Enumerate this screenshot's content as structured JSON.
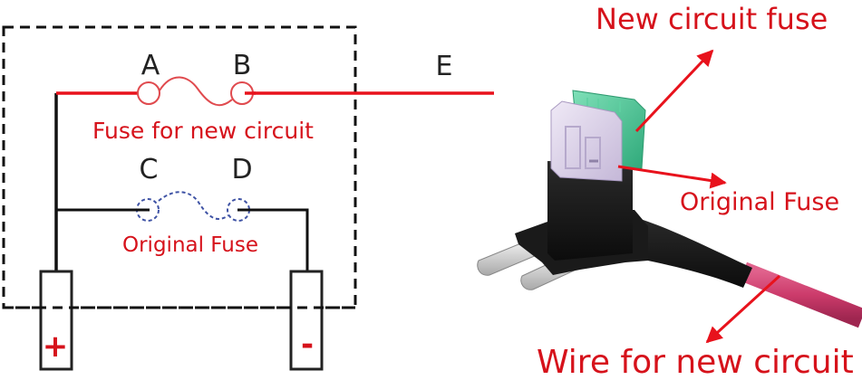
{
  "colors": {
    "red_wire": "#e8121c",
    "label_red": "#d6121b",
    "fuse_new": "#e04a4e",
    "fuse_original": "#3f53a5",
    "black_wire": "#111111",
    "dashed_box": "#111111",
    "connector_body": "#151515",
    "green_fuse": "#3fbf8f",
    "purple_fuse": "#d9cfe6",
    "pink_wire": "#cc3b6b",
    "blade_metal": "#d8d8d8"
  },
  "schematic": {
    "node_a": "A",
    "node_b": "B",
    "node_c": "C",
    "node_d": "D",
    "node_e": "E",
    "new_fuse_label": "Fuse for new circuit",
    "original_fuse_label": "Original Fuse",
    "terminal_positive": "+",
    "terminal_negative": "-"
  },
  "photo": {
    "callout_new_fuse": "New circuit fuse",
    "callout_original_fuse": "Original Fuse",
    "callout_wire": "Wire for new circuit"
  }
}
